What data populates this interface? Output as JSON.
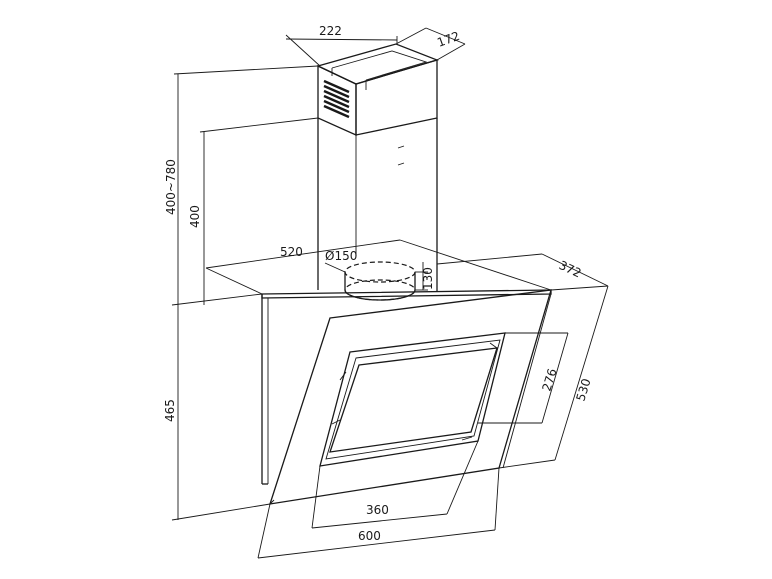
{
  "dimensions": {
    "chimney_width": "222",
    "chimney_depth": "172",
    "chimney_height_range": "400~780",
    "chimney_height": "400",
    "hood_width_top": "520",
    "duct_diameter": "Ø150",
    "duct_collar_height": "130",
    "hood_depth": "372",
    "hood_body_height": "465",
    "glass_panel_height": "530",
    "filter_height": "276",
    "filter_width": "360",
    "hood_width": "600"
  }
}
